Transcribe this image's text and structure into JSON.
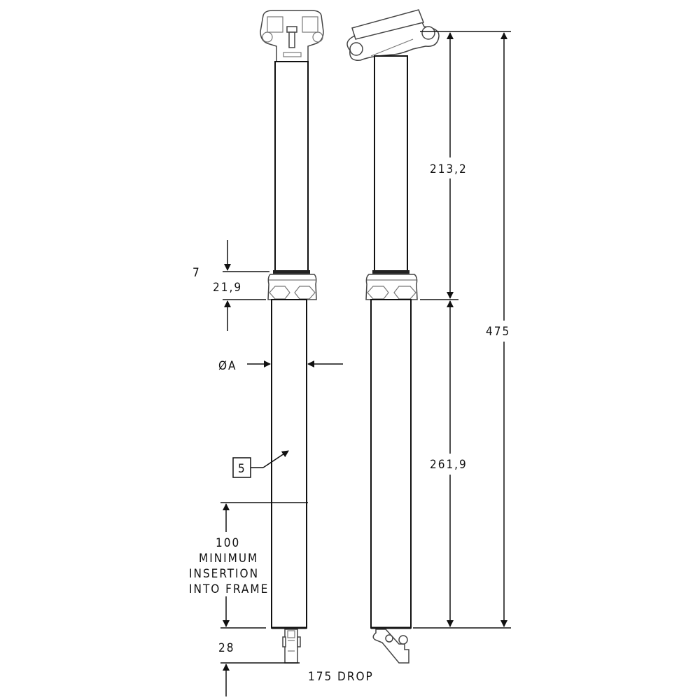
{
  "title": "Dropper seatpost dimension drawing",
  "labels": {
    "callout_7": "7",
    "collar_height": "21,9",
    "diameter": "ØA",
    "callout_5": "5",
    "insertion_value": "100",
    "insertion_line1": "MINIMUM",
    "insertion_line2": "INSERTION",
    "insertion_line3": "INTO FRAME",
    "bottom_length": "28",
    "drop": "175 DROP",
    "upper_length": "213,2",
    "lower_length": "261,9",
    "total_length": "475"
  }
}
